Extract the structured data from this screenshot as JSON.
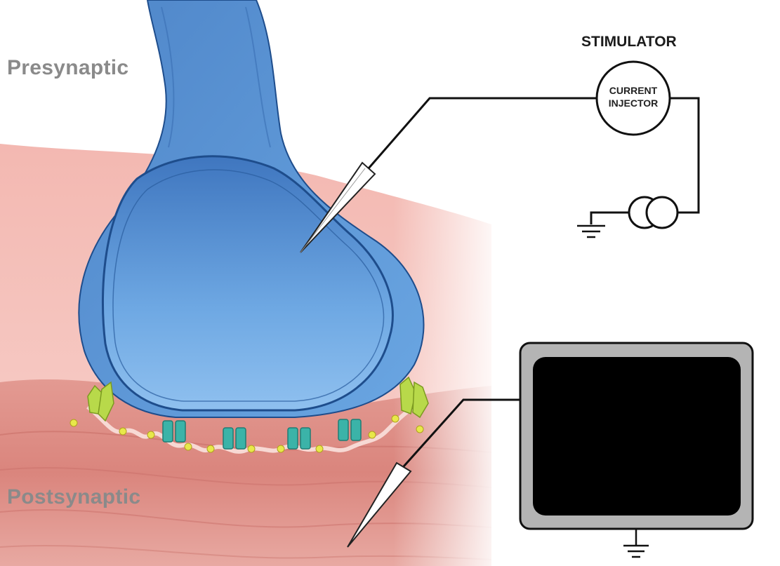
{
  "labels": {
    "presynaptic": "Presynaptic",
    "postsynaptic": "Postsynaptic",
    "stimulator": "STIMULATOR",
    "injector_line1": "CURRENT",
    "injector_line2": "INJECTOR"
  },
  "colors": {
    "terminal_blue": "#5b95d6",
    "terminal_dark": "#2f5f9e",
    "postsynaptic_pink": "#e89a94",
    "background_pink": "#f6c7c1",
    "receptor_green": "#b8d94a",
    "receptor_teal": "#3bb3a8",
    "monitor_frame": "#b0b0b0",
    "monitor_screen": "#000000"
  },
  "icons": [
    "current-source-icon",
    "ground-icon",
    "electrode-icon",
    "oscilloscope-icon"
  ]
}
